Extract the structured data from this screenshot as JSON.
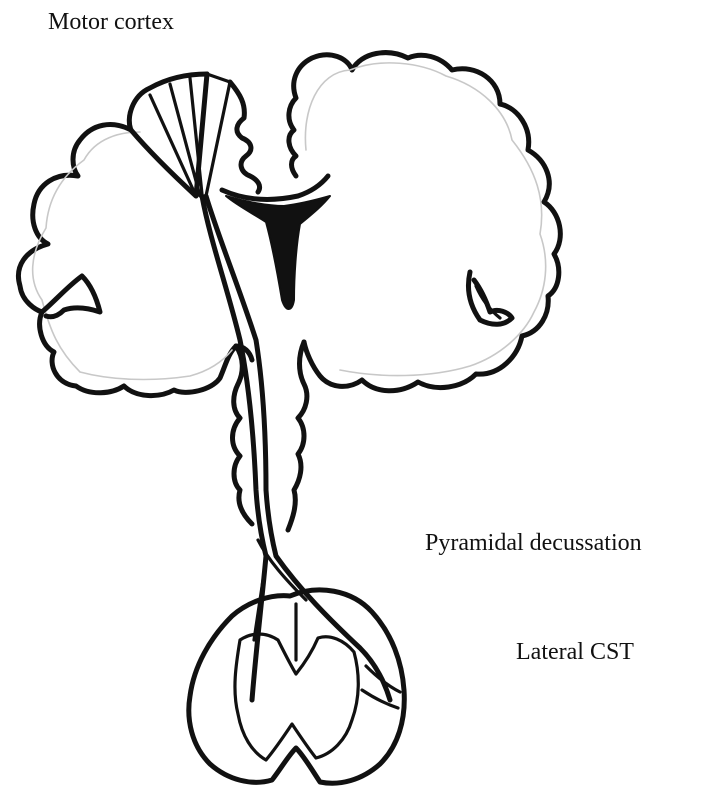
{
  "labels": {
    "motor_cortex": "Motor cortex",
    "pyramidal_decussation": "Pyramidal decussation",
    "lateral_cst": "Lateral CST"
  },
  "colors": {
    "ink": "#111111",
    "paper": "#ffffff"
  }
}
